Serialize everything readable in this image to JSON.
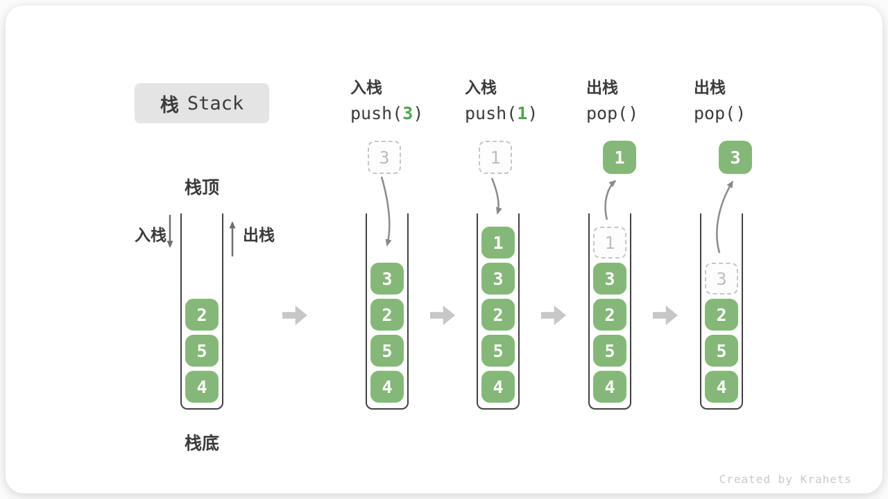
{
  "title": {
    "zh": "栈",
    "en": "Stack"
  },
  "annotations": {
    "stack_top": "栈顶",
    "stack_bottom": "栈底",
    "push_side": "入栈",
    "pop_side": "出栈"
  },
  "operations": [
    {
      "label": "入栈",
      "code": {
        "pre": "push(",
        "arg": "3",
        "post": ")"
      }
    },
    {
      "label": "入栈",
      "code": {
        "pre": "push(",
        "arg": "1",
        "post": ")"
      }
    },
    {
      "label": "出栈",
      "code": {
        "pre": "pop(",
        "arg": "",
        "post": ")"
      }
    },
    {
      "label": "出栈",
      "code": {
        "pre": "pop(",
        "arg": "",
        "post": ")"
      }
    }
  ],
  "floating_cells": [
    {
      "value": "3",
      "style": "ghost"
    },
    {
      "value": "1",
      "style": "ghost"
    },
    {
      "value": "1",
      "style": "solid"
    },
    {
      "value": "3",
      "style": "solid"
    }
  ],
  "stacks": [
    {
      "items": [
        {
          "value": "2",
          "style": "solid"
        },
        {
          "value": "5",
          "style": "solid"
        },
        {
          "value": "4",
          "style": "solid"
        }
      ]
    },
    {
      "items": [
        {
          "value": "3",
          "style": "solid"
        },
        {
          "value": "2",
          "style": "solid"
        },
        {
          "value": "5",
          "style": "solid"
        },
        {
          "value": "4",
          "style": "solid"
        }
      ]
    },
    {
      "items": [
        {
          "value": "1",
          "style": "solid"
        },
        {
          "value": "3",
          "style": "solid"
        },
        {
          "value": "2",
          "style": "solid"
        },
        {
          "value": "5",
          "style": "solid"
        },
        {
          "value": "4",
          "style": "solid"
        }
      ]
    },
    {
      "items": [
        {
          "value": "1",
          "style": "ghost"
        },
        {
          "value": "3",
          "style": "solid"
        },
        {
          "value": "2",
          "style": "solid"
        },
        {
          "value": "5",
          "style": "solid"
        },
        {
          "value": "4",
          "style": "solid"
        }
      ]
    },
    {
      "items": [
        {
          "value": "3",
          "style": "ghost"
        },
        {
          "value": "2",
          "style": "solid"
        },
        {
          "value": "5",
          "style": "solid"
        },
        {
          "value": "4",
          "style": "solid"
        }
      ]
    }
  ],
  "watermark": "Created by Krahets",
  "colors": {
    "accent-green": "#85B878",
    "code-green": "#4EA44D",
    "badge-bg": "#E4E4E4",
    "text-dark": "#3B3B3B",
    "ghost-border": "#C6C6C6",
    "ghost-text": "#BDBDBD",
    "step-arrow": "#C7C7C7",
    "thin-arrow": "#8A8A8A",
    "wall": "#414141",
    "watermark": "#C9C9C9"
  }
}
